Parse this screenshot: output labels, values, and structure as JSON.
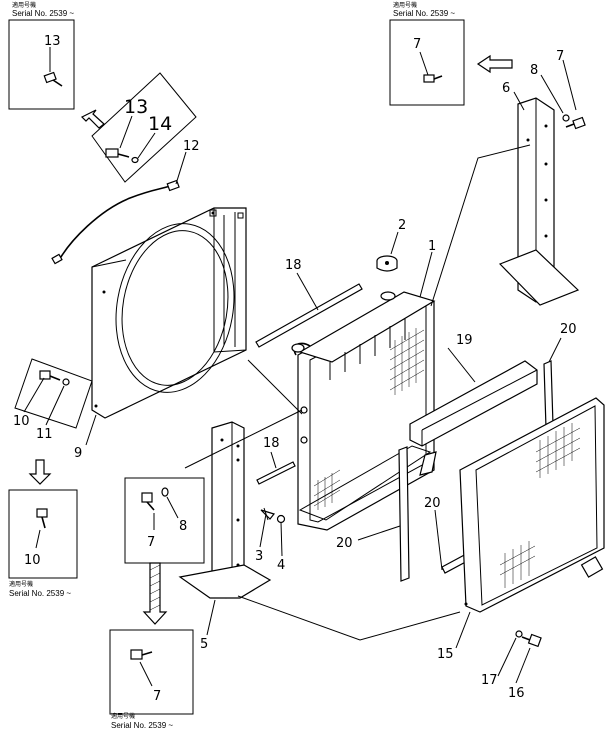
{
  "serial_notes": {
    "jp": "適用号機",
    "text": "Serial No. 2539 ~"
  },
  "callouts": {
    "c1": "1",
    "c2": "2",
    "c3": "3",
    "c4": "4",
    "c5": "5",
    "c6": "6",
    "c7_top": "7",
    "c8_top": "8",
    "c9": "9",
    "c10": "10",
    "c11": "11",
    "c12": "12",
    "c13": "13",
    "c14": "14",
    "c15": "15",
    "c16": "16",
    "c17": "17",
    "c18a": "18",
    "c18b": "18",
    "c19": "19",
    "c20a": "20",
    "c20b": "20",
    "c20c": "20"
  },
  "boxes": {
    "box_tl": "13",
    "box_tr": "7",
    "box_l": "10",
    "box_ml": "7",
    "box_ml_washer": "8",
    "box_b": "7",
    "inset_13_14": {
      "a": "13",
      "b": "14"
    },
    "inset_10_11": {
      "a": "10",
      "b": "11"
    },
    "inset_7_8": {
      "a": "7",
      "b": "8"
    }
  }
}
